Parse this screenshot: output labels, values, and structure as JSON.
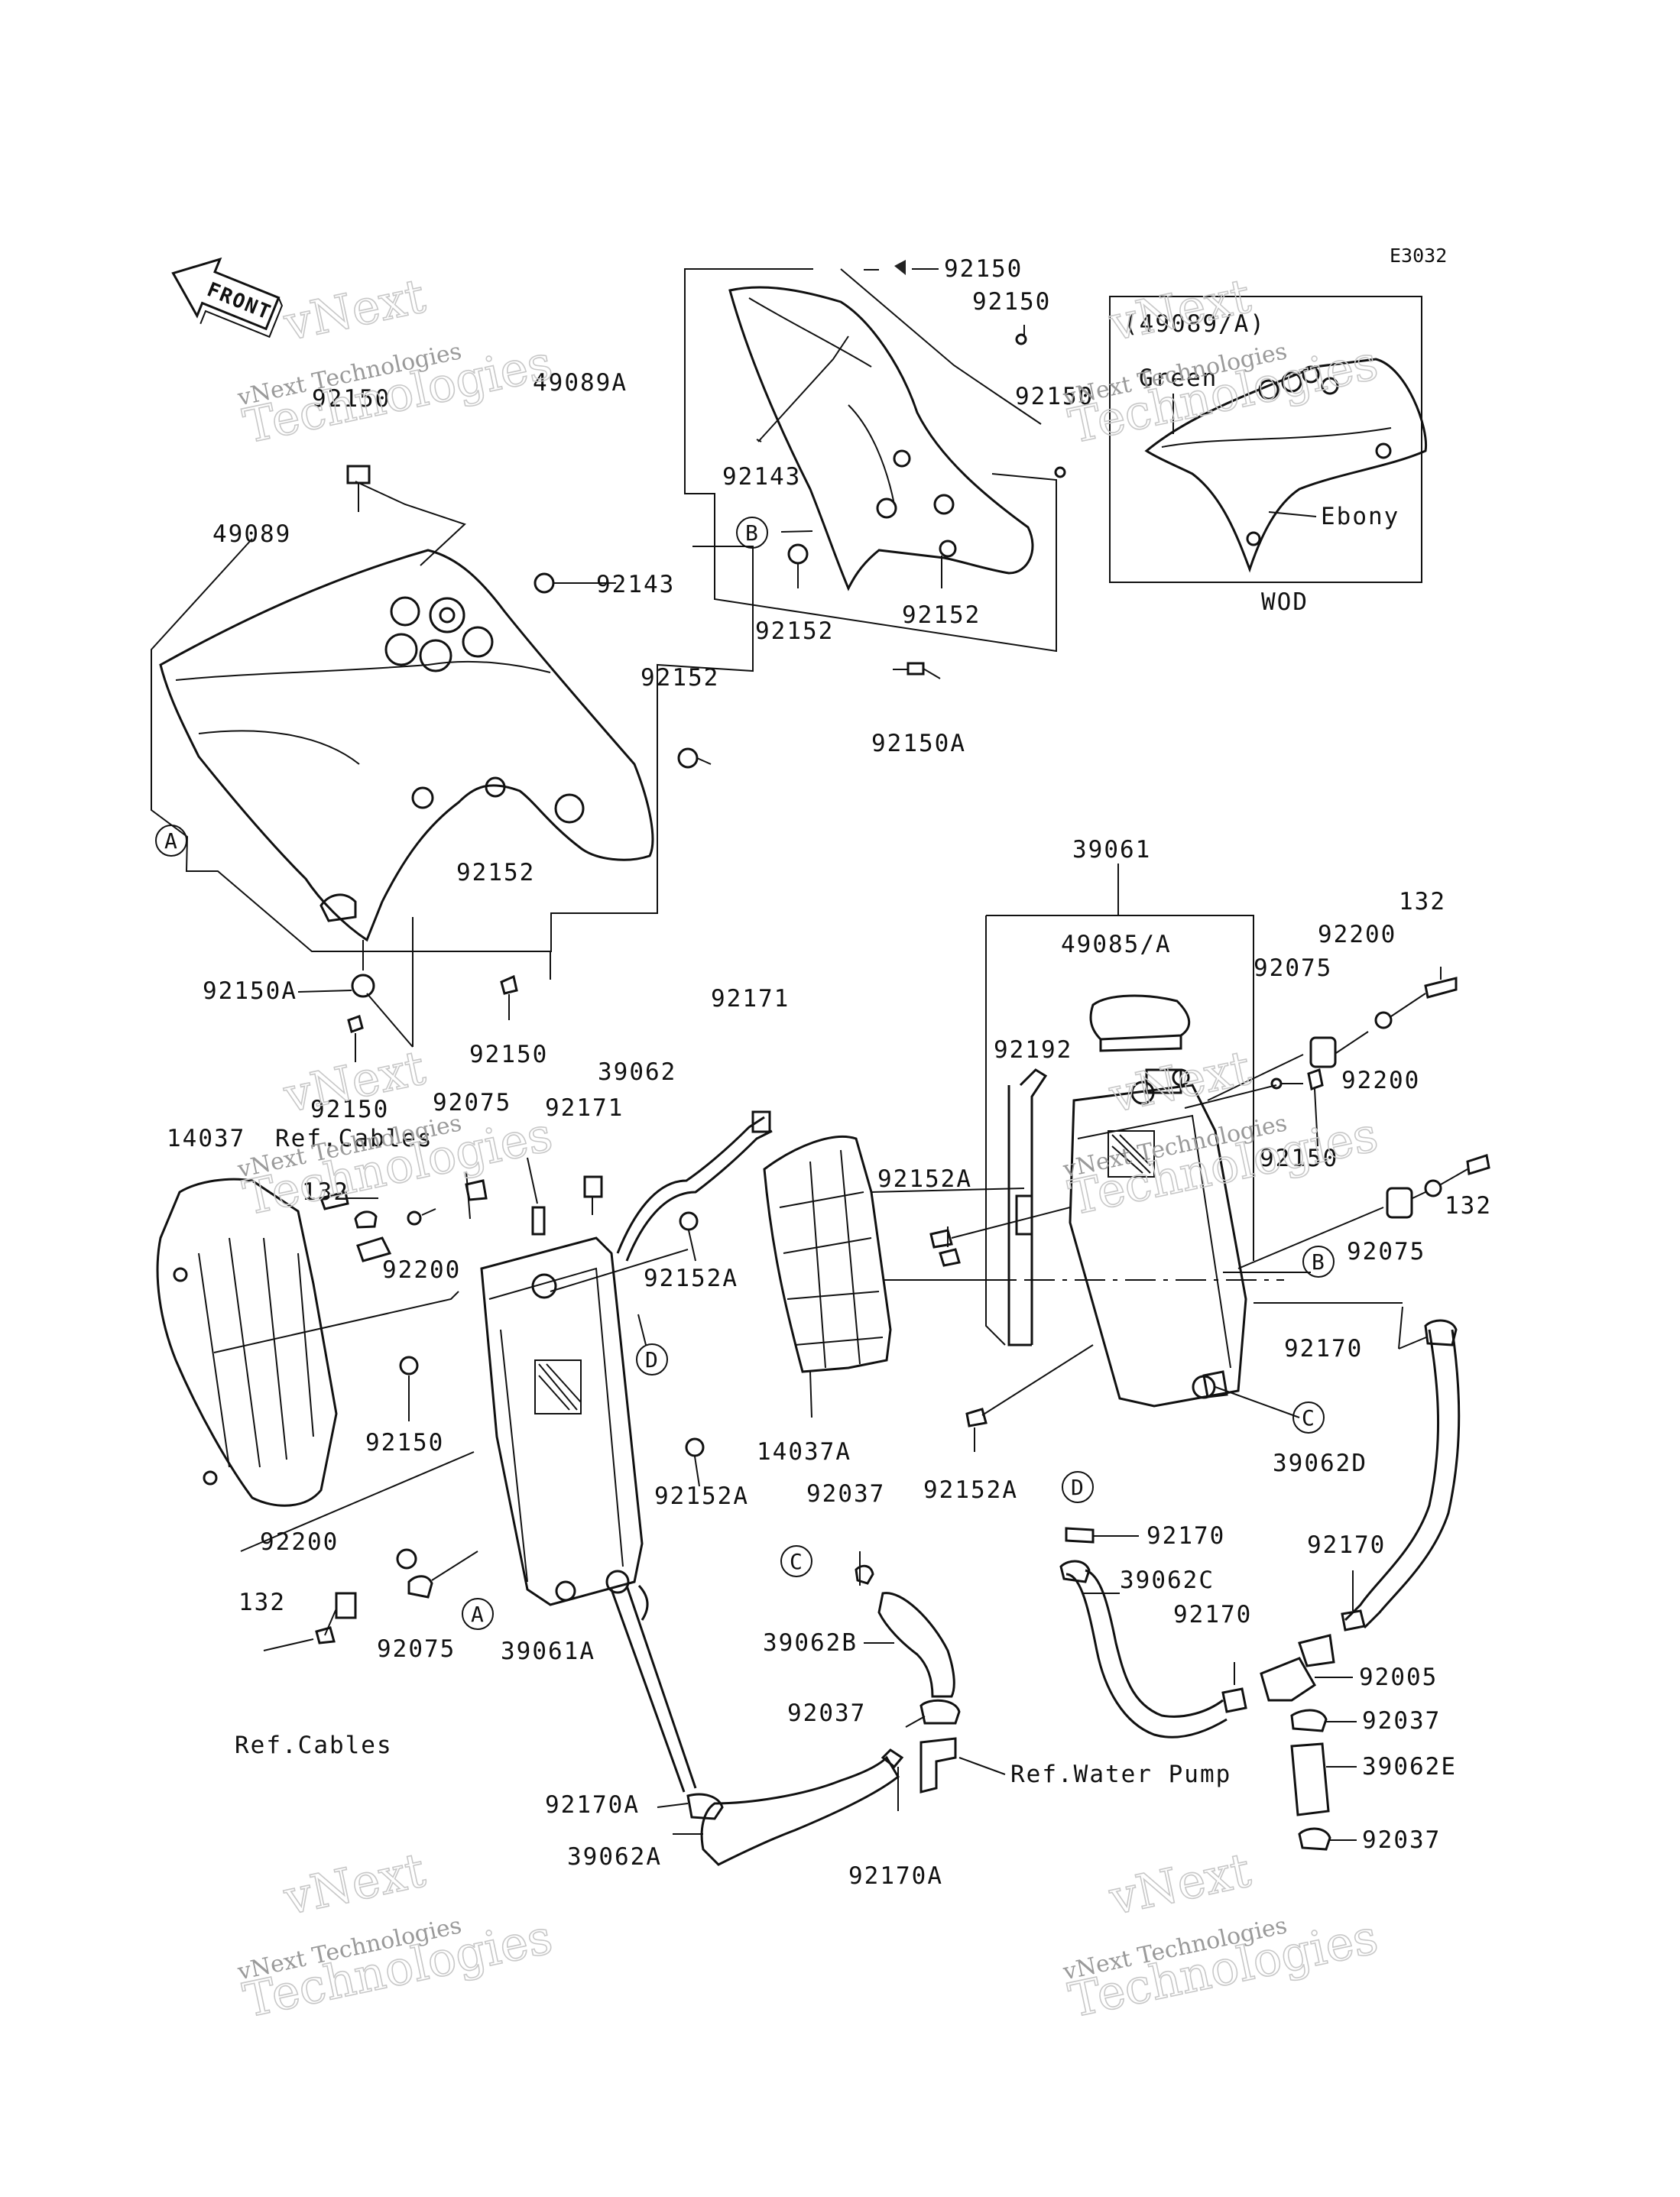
{
  "diagram": {
    "code": "E3032",
    "front_label": "FRONT",
    "variant_box": {
      "title": "(49089/A)",
      "colors": [
        "Green",
        "Ebony"
      ],
      "footer": "WOD"
    },
    "callouts": [
      "A",
      "B",
      "C",
      "D"
    ],
    "watermark": {
      "brand": "vNext",
      "brand_line": "vNext Technologies",
      "big_word": "Technologies"
    },
    "part_labels": {
      "p_92150_top": "92150",
      "p_92150_r1": "92150",
      "p_92150_r2": "92150",
      "p_49089A": "49089A",
      "p_92143_a": "92143",
      "p_92152_a": "92152",
      "p_92152_b": "92152",
      "p_92150A_top": "92150A",
      "p_92150_left": "92150",
      "p_49089": "49089",
      "p_92143_b": "92143",
      "p_92152_c": "92152",
      "p_92152_d": "92152",
      "p_92150A_left": "92150A",
      "p_92150_l2": "92150",
      "p_92150_l3": "92150",
      "p_39061": "39061",
      "p_49085A": "49085/A",
      "p_132_a": "132",
      "p_92200_a": "92200",
      "p_92075_a": "92075",
      "p_92192": "92192",
      "p_92171_a": "92171",
      "p_39062": "39062",
      "p_92171_b": "92171",
      "p_92075_b": "92075",
      "p_14037": "14037",
      "p_refcables_top": "Ref.Cables",
      "p_132_b": "132",
      "p_92200_b": "92200",
      "p_92152A_a": "92152A",
      "p_92152A_b": "92152A",
      "p_92150_mid": "92150",
      "p_92200_c": "92200",
      "p_92075_c": "92075",
      "p_132_c": "132",
      "p_92170_a": "92170",
      "p_39062D": "39062D",
      "p_92150_l4": "92150",
      "p_14037A": "14037A",
      "p_92152A_c": "92152A",
      "p_92152A_d": "92152A",
      "p_92037_a": "92037",
      "p_92170_b": "92170",
      "p_39062C": "39062C",
      "p_92170_c": "92170",
      "p_92170_d": "92170",
      "p_92005": "92005",
      "p_92200_d": "92200",
      "p_132_d": "132",
      "p_92075_d": "92075",
      "p_39061A": "39061A",
      "p_39062B": "39062B",
      "p_92037_b": "92037",
      "p_92037_c": "92037",
      "p_39062E": "39062E",
      "p_refcables_bot": "Ref.Cables",
      "p_92170A_a": "92170A",
      "p_refwaterpump": "Ref.Water Pump",
      "p_92037_d": "92037",
      "p_39062A": "39062A",
      "p_92170A_b": "92170A"
    }
  }
}
